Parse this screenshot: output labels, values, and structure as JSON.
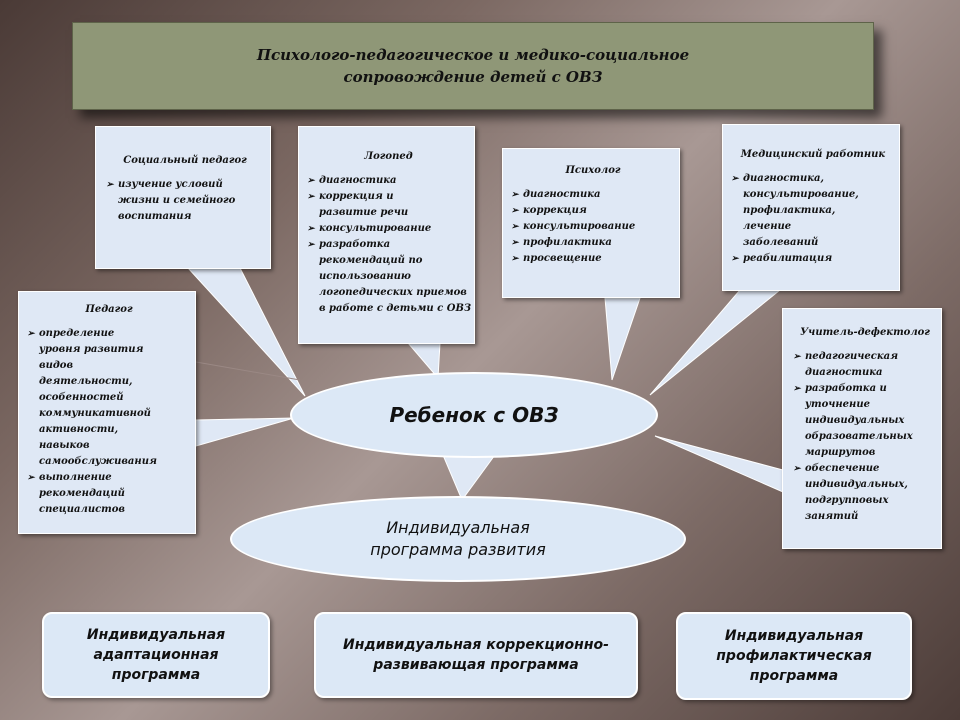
{
  "title": {
    "line1": "Психолого-педагогическое и медико-социальное",
    "line2": "сопровождение  детей с ОВЗ"
  },
  "roles": {
    "social_pedagogue": {
      "title": "Социальный педагог",
      "items": [
        "изучение условий",
        "жизни и семейного",
        "воспитания"
      ],
      "bullets": [
        true,
        false,
        false
      ]
    },
    "speech_therapist": {
      "title": "Логопед",
      "items": [
        "диагностика",
        "коррекция и",
        "развитие речи",
        "консультирование",
        "разработка",
        "рекомендаций по",
        "использованию",
        "логопедических приемов",
        "в работе с детьми с ОВЗ"
      ],
      "bullets": [
        true,
        true,
        false,
        true,
        true,
        false,
        false,
        false,
        false
      ]
    },
    "psychologist": {
      "title": "Психолог",
      "items": [
        "диагностика",
        "коррекция",
        "консультирование",
        "профилактика",
        "просвещение"
      ],
      "bullets": [
        true,
        true,
        true,
        true,
        true
      ]
    },
    "medical_worker": {
      "title": "Медицинский работник",
      "items": [
        "диагностика,",
        "консультирование,",
        "профилактика,",
        "лечение",
        "заболеваний",
        "реабилитация"
      ],
      "bullets": [
        true,
        false,
        false,
        false,
        false,
        true
      ]
    },
    "pedagogue": {
      "title": "Педагог",
      "items": [
        "определение",
        "уровня развития",
        "видов",
        "деятельности,",
        "особенностей",
        "коммуникативной",
        "активности,",
        "навыков",
        "самообслуживания",
        "выполнение",
        "рекомендаций",
        "специалистов"
      ],
      "bullets": [
        true,
        false,
        false,
        false,
        false,
        false,
        false,
        false,
        false,
        true,
        false,
        false
      ]
    },
    "defectologist": {
      "title": "Учитель-дефектолог",
      "items": [
        "педагогическая",
        "диагностика",
        "разработка и",
        "уточнение",
        "индивидуальных",
        "образовательных",
        "маршрутов",
        "обеспечение",
        "индивидуальных,",
        "подгрупповых",
        "занятий"
      ],
      "bullets": [
        true,
        false,
        true,
        false,
        false,
        false,
        false,
        true,
        false,
        false,
        false
      ]
    }
  },
  "center": {
    "child": "Ребенок с ОВЗ"
  },
  "program": {
    "line1": "Индивидуальная",
    "line2": "программа развития"
  },
  "programs": {
    "adaptation": {
      "line1": "Индивидуальная",
      "line2": "адаптационная",
      "line3": "программа"
    },
    "correction": {
      "line1": "Индивидуальная коррекционно-",
      "line2": "развивающая программа"
    },
    "prevention": {
      "line1": "Индивидуальная",
      "line2": "профилактическая",
      "line3": "программа"
    }
  },
  "colors": {
    "background": "#7b6862",
    "title_box": "#8f9777",
    "box_fill": "#dfe8f5",
    "ellipse_fill": "#dce8f6",
    "outline": "#ffffff"
  },
  "bullet_symbol": "➢"
}
